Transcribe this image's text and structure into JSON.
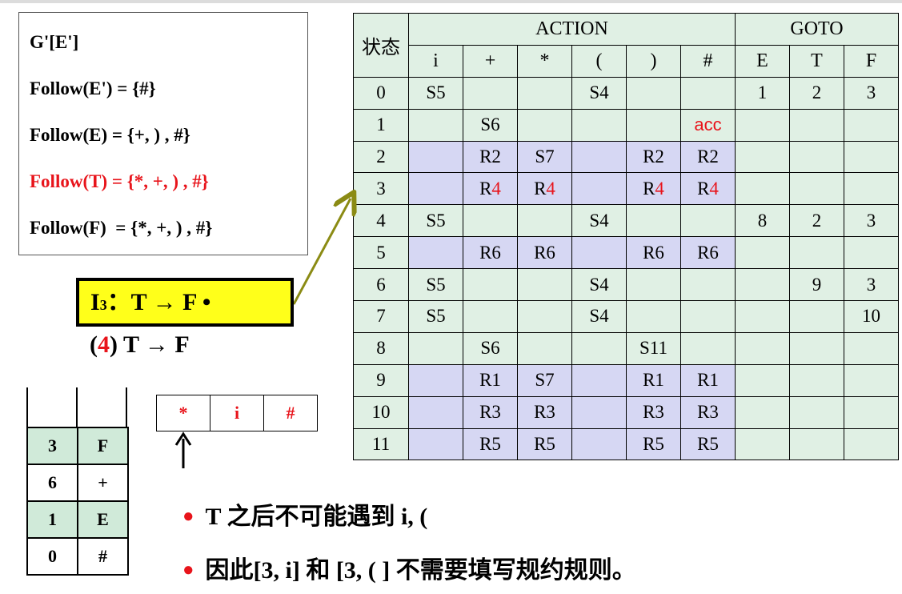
{
  "follow": {
    "grammar": "G'[E']",
    "lines": [
      {
        "text": "Follow(E') = {#}",
        "red": false
      },
      {
        "text": "Follow(E) = {+, ) , #}",
        "red": false
      },
      {
        "text": "Follow(T) = {*, +, ) , #}",
        "red": true
      },
      {
        "text": "Follow(F)  = {*, +, ) , #}",
        "red": false
      }
    ]
  },
  "table": {
    "state_header": "状态",
    "action_header": "ACTION",
    "goto_header": "GOTO",
    "action_cols": [
      "i",
      "+",
      "*",
      "(",
      ")",
      "#"
    ],
    "goto_cols": [
      "E",
      "T",
      "F"
    ],
    "rows": [
      {
        "state": "0",
        "cells": [
          "S5",
          "",
          "",
          "S4",
          "",
          "",
          "1",
          "2",
          "3"
        ]
      },
      {
        "state": "1",
        "cells": [
          "",
          "S6",
          "",
          "",
          "",
          "acc",
          "",
          "",
          ""
        ]
      },
      {
        "state": "2",
        "cells": [
          "",
          "R2",
          "S7",
          "",
          "R2",
          "R2",
          "",
          "",
          ""
        ]
      },
      {
        "state": "3",
        "cells": [
          "",
          "R4",
          "R4",
          "",
          "R4",
          "R4",
          "",
          "",
          ""
        ]
      },
      {
        "state": "4",
        "cells": [
          "S5",
          "",
          "",
          "S4",
          "",
          "",
          "8",
          "2",
          "3"
        ]
      },
      {
        "state": "5",
        "cells": [
          "",
          "R6",
          "R6",
          "",
          "R6",
          "R6",
          "",
          "",
          ""
        ]
      },
      {
        "state": "6",
        "cells": [
          "S5",
          "",
          "",
          "S4",
          "",
          "",
          "",
          "9",
          "3"
        ]
      },
      {
        "state": "7",
        "cells": [
          "S5",
          "",
          "",
          "S4",
          "",
          "",
          "",
          "",
          "10"
        ]
      },
      {
        "state": "8",
        "cells": [
          "",
          "S6",
          "",
          "",
          "S11",
          "",
          "",
          "",
          ""
        ]
      },
      {
        "state": "9",
        "cells": [
          "",
          "R1",
          "S7",
          "",
          "R1",
          "R1",
          "",
          "",
          ""
        ]
      },
      {
        "state": "10",
        "cells": [
          "",
          "R3",
          "R3",
          "",
          "R3",
          "R3",
          "",
          "",
          ""
        ]
      },
      {
        "state": "11",
        "cells": [
          "",
          "R5",
          "R5",
          "",
          "R5",
          "R5",
          "",
          "",
          ""
        ]
      }
    ],
    "shaded_rows": [
      "2",
      "3",
      "5",
      "9",
      "10",
      "11"
    ],
    "shaded_cols": [
      0,
      1,
      2,
      3,
      4,
      5
    ],
    "shade_color": "#d6d7f3",
    "base_color": "#e0f0e4"
  },
  "item": {
    "label_main": "I",
    "label_sub": "3",
    "label_rest": "：T → F •",
    "production_num": "4",
    "production_rest": " T → F"
  },
  "stack": {
    "rows": [
      {
        "state": "3",
        "symbol": "F"
      },
      {
        "state": "6",
        "symbol": "+"
      },
      {
        "state": "1",
        "symbol": "E"
      },
      {
        "state": "0",
        "symbol": "#"
      }
    ],
    "highlight_color": "#d0ead9"
  },
  "input": {
    "symbols": [
      "*",
      "i",
      "#"
    ]
  },
  "bullets": [
    "T 之后不可能遇到 i, (",
    "因此[3, i] 和 [3, ( ] 不需要填写规约规则。"
  ],
  "colors": {
    "red": "#e8141b",
    "yellow": "#ffff1a",
    "arrow": "#8b8b14"
  }
}
